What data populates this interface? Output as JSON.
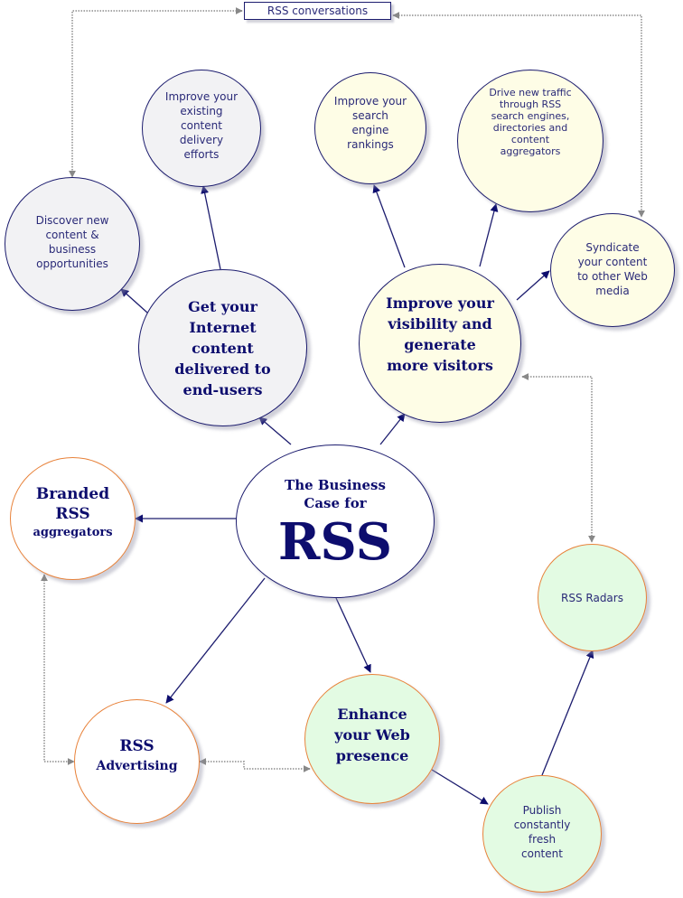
{
  "colors": {
    "navy": "#1c1c6e",
    "text": "#2a2a78",
    "orange_border": "#e8823a",
    "fill_grey": "#f2f2f4",
    "fill_yellow": "#fefde6",
    "fill_green": "#e3fbe3",
    "fill_white": "#ffffff",
    "dotted": "#a8a8a8"
  },
  "top_box": {
    "label": "RSS conversations"
  },
  "center": {
    "line1": "The Business",
    "line2": "Case for",
    "big": "RSS"
  },
  "nodes": {
    "get_content": {
      "label": "Get your\nInternet\ncontent\ndelivered to\nend-users"
    },
    "improve_visibility": {
      "label": "Improve your\nvisibility and\ngenerate\nmore visitors"
    },
    "improve_delivery": {
      "label": "Improve your\nexisting\ncontent\ndelivery\nefforts"
    },
    "discover": {
      "label": "Discover new\ncontent &\nbusiness\nopportunities"
    },
    "search_rankings": {
      "label": "Improve your\nsearch\nengine\nrankings"
    },
    "drive_traffic": {
      "label": "Drive new traffic\nthrough RSS\nsearch engines,\ndirectories and\ncontent\naggregators"
    },
    "syndicate": {
      "label": "Syndicate\nyour content\nto other Web\nmedia"
    },
    "branded": {
      "label_big": "Branded\nRSS",
      "label_small": "aggregators"
    },
    "advertising": {
      "label_big": "RSS",
      "label_small": "Advertising"
    },
    "enhance": {
      "label": "Enhance\nyour Web\npresence"
    },
    "publish": {
      "label": "Publish\nconstantly\nfresh\ncontent"
    },
    "radars": {
      "label": "RSS Radars"
    }
  },
  "edges": [
    {
      "from": "center",
      "to": "get_content",
      "style": "solid"
    },
    {
      "from": "center",
      "to": "improve_visibility",
      "style": "solid"
    },
    {
      "from": "center",
      "to": "branded",
      "style": "solid"
    },
    {
      "from": "center",
      "to": "advertising",
      "style": "solid"
    },
    {
      "from": "center",
      "to": "enhance",
      "style": "solid"
    },
    {
      "from": "get_content",
      "to": "improve_delivery",
      "style": "solid"
    },
    {
      "from": "get_content",
      "to": "discover",
      "style": "solid"
    },
    {
      "from": "improve_visibility",
      "to": "search_rankings",
      "style": "solid"
    },
    {
      "from": "improve_visibility",
      "to": "drive_traffic",
      "style": "solid"
    },
    {
      "from": "improve_visibility",
      "to": "syndicate",
      "style": "solid"
    },
    {
      "from": "enhance",
      "to": "publish",
      "style": "solid"
    },
    {
      "from": "publish",
      "to": "radars",
      "style": "solid"
    },
    {
      "from": "top_box",
      "to": "discover",
      "style": "dotted",
      "bidirectional": true
    },
    {
      "from": "top_box",
      "to": "syndicate",
      "style": "dotted",
      "bidirectional": true
    },
    {
      "from": "improve_visibility",
      "to": "radars",
      "style": "dotted",
      "bidirectional": true
    },
    {
      "from": "branded",
      "to": "advertising",
      "style": "dotted",
      "bidirectional": true
    },
    {
      "from": "advertising",
      "to": "enhance",
      "style": "dotted",
      "bidirectional": true
    }
  ]
}
